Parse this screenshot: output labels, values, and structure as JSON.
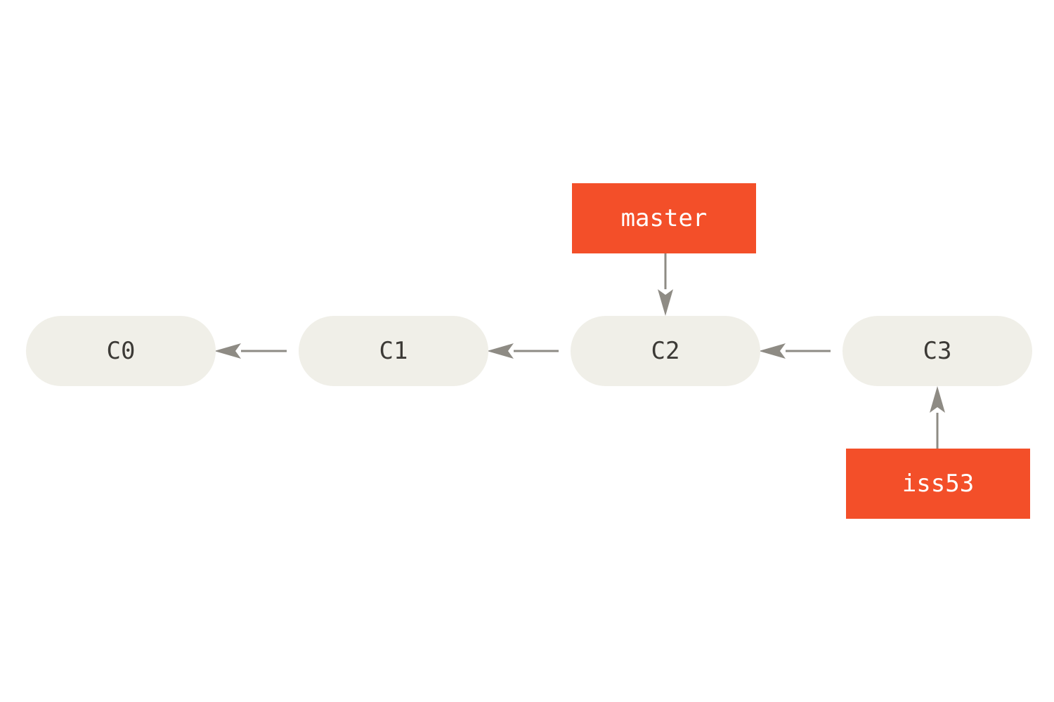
{
  "colors": {
    "commit_fill": "#f0efe8",
    "commit_text": "#3c3a36",
    "branch_fill": "#f34f29",
    "branch_text": "#ffffff",
    "arrow": "#8e8b84"
  },
  "commits": [
    {
      "label": "C0"
    },
    {
      "label": "C1"
    },
    {
      "label": "C2"
    },
    {
      "label": "C3"
    }
  ],
  "branches": {
    "master": {
      "label": "master",
      "points_to": "C2"
    },
    "iss53": {
      "label": "iss53",
      "points_to": "C3"
    }
  },
  "edges": [
    {
      "from": "C1",
      "to": "C0"
    },
    {
      "from": "C2",
      "to": "C1"
    },
    {
      "from": "C3",
      "to": "C2"
    },
    {
      "from": "master",
      "to": "C2"
    },
    {
      "from": "iss53",
      "to": "C3"
    }
  ]
}
